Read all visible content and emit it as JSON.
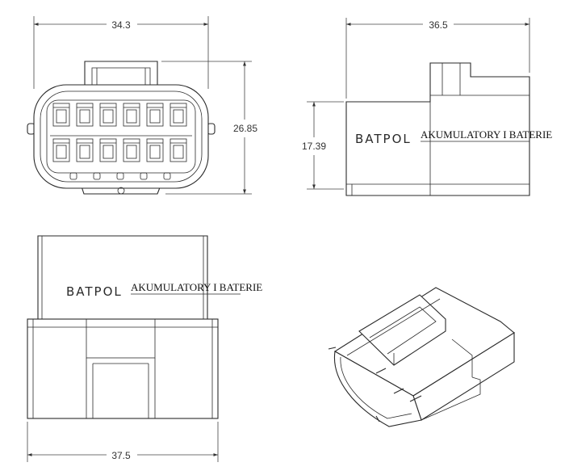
{
  "dimensions": {
    "front_width": "34.3",
    "front_height": "26.85",
    "side_width": "36.5",
    "side_height": "17.39",
    "bottom_width": "37.5"
  },
  "watermark": {
    "brand": "BATPOL",
    "tagline": "AKUMULATORY I BATERIE"
  }
}
